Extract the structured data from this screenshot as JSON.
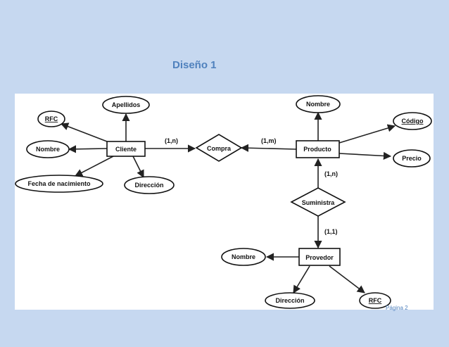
{
  "page": {
    "heading": "Diseño 1",
    "page_number": "Página 2"
  },
  "diagram": {
    "entities": {
      "cliente": "Cliente",
      "producto": "Producto",
      "provedor": "Provedor"
    },
    "relationships": {
      "compra": "Compra",
      "suministra": "Suministra"
    },
    "attributes": {
      "cliente_apellidos": "Apellidos",
      "cliente_rfc": "RFC",
      "cliente_nombre": "Nombre",
      "cliente_fecha": "Fecha de nacimiento",
      "cliente_direccion": "Dirección",
      "producto_nombre": "Nombre",
      "producto_codigo": "Código",
      "producto_precio": "Precio",
      "provedor_nombre": "Nombre",
      "provedor_direccion": "Dirección",
      "provedor_rfc": "RFC"
    },
    "cardinalities": {
      "cliente_compra": "(1,n)",
      "producto_compra": "(1,m)",
      "suministra_producto": "(1,n)",
      "suministra_provedor": "(1,1)"
    },
    "key_attributes": [
      "cliente_rfc",
      "producto_codigo",
      "provedor_rfc"
    ]
  }
}
